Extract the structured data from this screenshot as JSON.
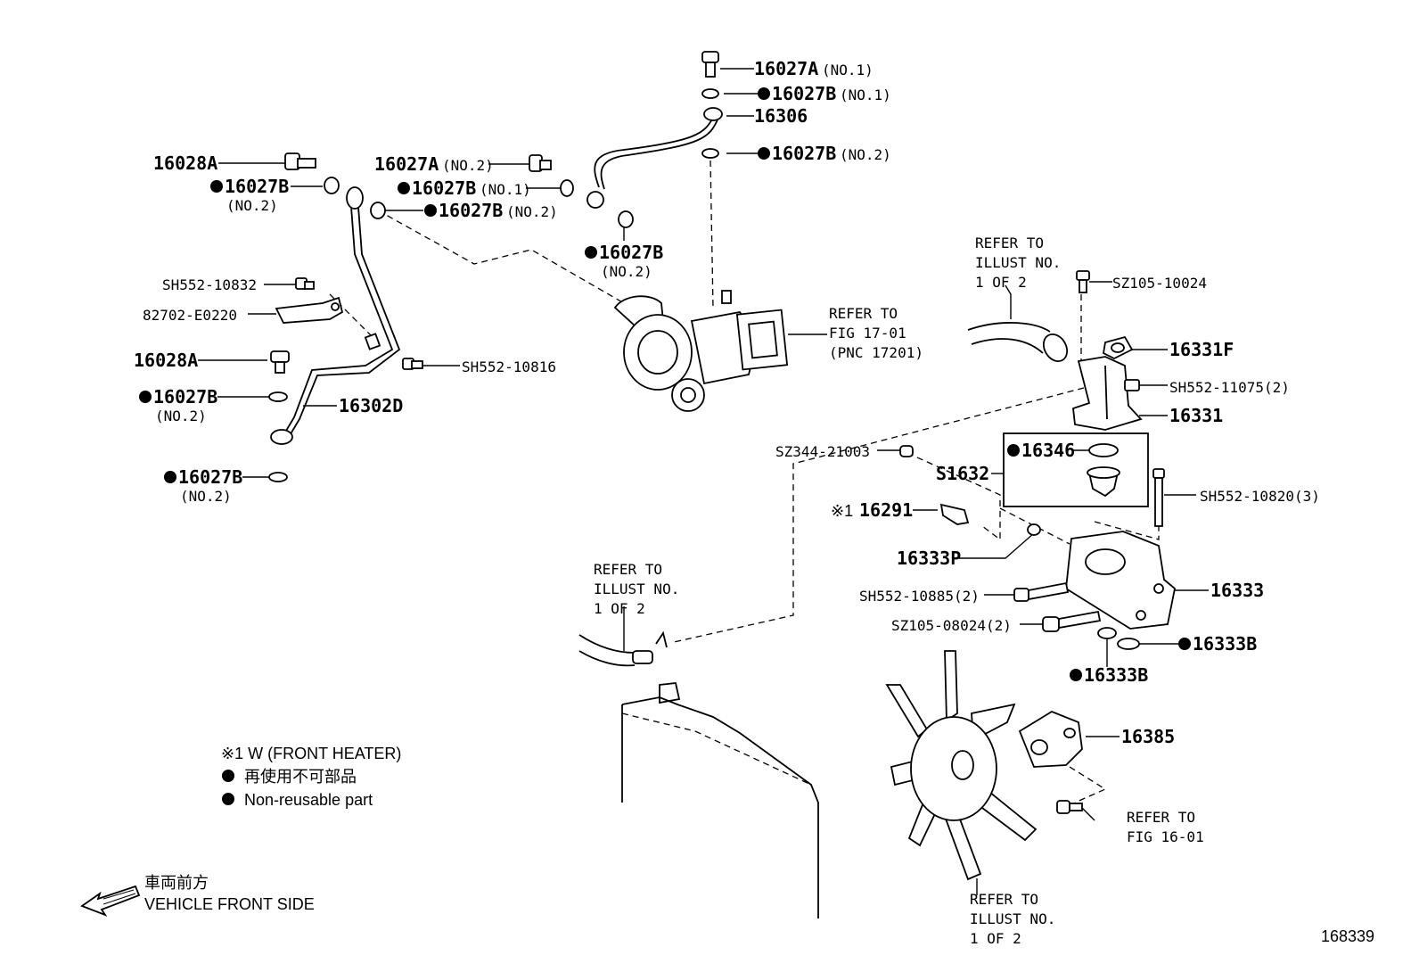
{
  "labels": [
    {
      "text": "16027A",
      "suffix": "(NO.1)",
      "bullet": false
    },
    {
      "text": "16027B",
      "suffix": "(NO.1)",
      "bullet": true
    },
    {
      "text": "16306",
      "suffix": "",
      "bullet": false
    },
    {
      "text": "16027B",
      "suffix": "(NO.2)",
      "bullet": true
    },
    {
      "text": "16028A",
      "suffix": "",
      "bullet": false
    },
    {
      "text": "16027B",
      "suffix": "(NO.2)",
      "bullet": true
    },
    {
      "text": "16027A",
      "suffix": "(NO.2)",
      "bullet": false
    },
    {
      "text": "16027B",
      "suffix": "(NO.1)",
      "bullet": true
    },
    {
      "text": "16027B",
      "suffix": "(NO.2)",
      "bullet": true
    },
    {
      "text": "16027B",
      "suffix": "(NO.2)",
      "bullet": true
    },
    {
      "text": "SH552-10832",
      "suffix": "",
      "bullet": false
    },
    {
      "text": "82702-E0220",
      "suffix": "",
      "bullet": false
    },
    {
      "text": "16028A",
      "suffix": "",
      "bullet": false
    },
    {
      "text": "16027B",
      "suffix": "(NO.2)",
      "bullet": true
    },
    {
      "text": "16302D",
      "suffix": "",
      "bullet": false
    },
    {
      "text": "16027B",
      "suffix": "(NO.2)",
      "bullet": true
    },
    {
      "text": "SH552-10816",
      "suffix": "",
      "bullet": false
    },
    {
      "text": "SZ105-10024",
      "suffix": "",
      "bullet": false
    },
    {
      "text": "16331F",
      "suffix": "",
      "bullet": false
    },
    {
      "text": "SH552-11075(2)",
      "suffix": "",
      "bullet": false
    },
    {
      "text": "16331",
      "suffix": "",
      "bullet": false
    },
    {
      "text": "SZ344-21003",
      "suffix": "",
      "bullet": false
    },
    {
      "text": "16346",
      "suffix": "",
      "bullet": true
    },
    {
      "text": "S1632",
      "suffix": "",
      "bullet": false
    },
    {
      "text": "SH552-10820(3)",
      "suffix": "",
      "bullet": false
    },
    {
      "text": "16291",
      "suffix": "",
      "bullet": false
    },
    {
      "text": "16333P",
      "suffix": "",
      "bullet": false
    },
    {
      "text": "16333",
      "suffix": "",
      "bullet": false
    },
    {
      "text": "SH552-10885(2)",
      "suffix": "",
      "bullet": false
    },
    {
      "text": "SZ105-08024(2)",
      "suffix": "",
      "bullet": false
    },
    {
      "text": "16333B",
      "suffix": "",
      "bullet": true
    },
    {
      "text": "16333B",
      "suffix": "",
      "bullet": true
    },
    {
      "text": "16385",
      "suffix": "",
      "bullet": false
    }
  ],
  "refs": [
    {
      "lines": [
        "REFER TO",
        "FIG 17-01",
        "(PNC 17201)"
      ]
    },
    {
      "lines": [
        "REFER TO",
        "ILLUST NO.",
        "1 OF 2"
      ]
    },
    {
      "lines": [
        "REFER TO",
        "ILLUST NO.",
        "1 OF 2"
      ]
    },
    {
      "lines": [
        "REFER TO",
        "FIG 16-01"
      ]
    },
    {
      "lines": [
        "REFER TO",
        "ILLUST NO.",
        "1 OF 2"
      ]
    }
  ],
  "note_mark": "※1",
  "legend": {
    "note1": "※1 W (FRONT HEATER)",
    "jp": "再使用不可部品",
    "en": "Non-reusable part"
  },
  "front": {
    "jp": "車両前方",
    "en": "VEHICLE FRONT SIDE"
  },
  "figure_number": "168339"
}
